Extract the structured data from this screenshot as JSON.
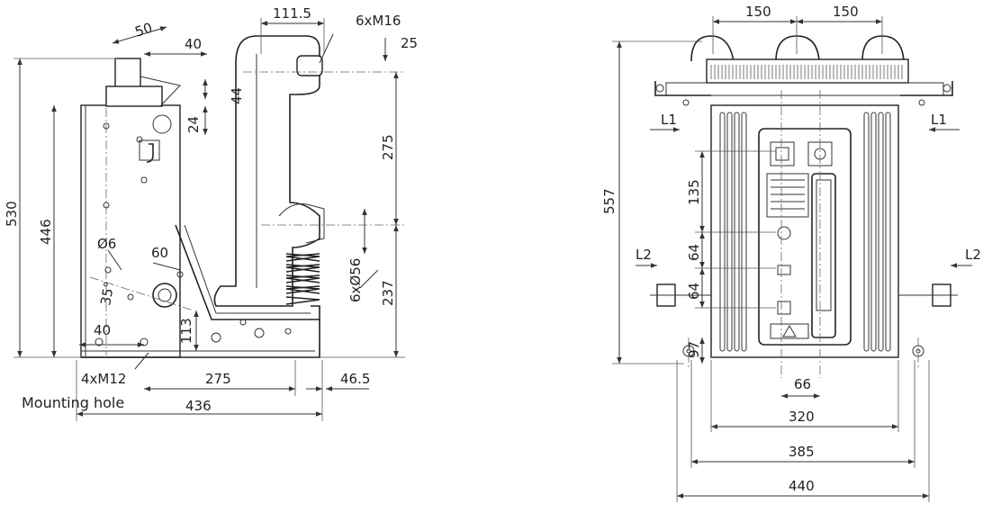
{
  "side_view": {
    "dims": {
      "d50": "50",
      "d40_top": "40",
      "d111_5": "111.5",
      "thread_top": "6xM16",
      "d25": "25",
      "d44": "44",
      "d24": "24",
      "d275_right": "275",
      "d530": "530",
      "d446": "446",
      "hole_dia": "Ø6",
      "d60": "60",
      "angle": "35°",
      "d6x56": "6xØ56",
      "d237": "237",
      "d113": "113",
      "d40_bottom": "40",
      "mount_thread": "4xM12",
      "d275_bottom": "275",
      "d46_5": "46.5",
      "d436": "436"
    },
    "mounting_label": "Mounting hole"
  },
  "front_view": {
    "dims": {
      "d150_a": "150",
      "d150_b": "150",
      "d557": "557",
      "L1_left": "L1",
      "L1_right": "L1",
      "d135": "135",
      "d64_a": "64",
      "d64_b": "64",
      "L2_left": "L2",
      "L2_right": "L2",
      "d97": "97",
      "d66": "66",
      "d320": "320",
      "d385": "385",
      "d440": "440"
    }
  }
}
